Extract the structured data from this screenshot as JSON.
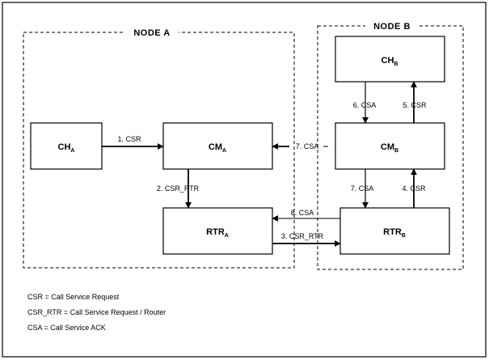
{
  "nodes": {
    "a": "NODE A",
    "b": "NODE B"
  },
  "boxes": {
    "cha": {
      "main": "CH",
      "sub": "A"
    },
    "cma": {
      "main": "CM",
      "sub": "A"
    },
    "rtra": {
      "main": "RTR",
      "sub": "A"
    },
    "chb": {
      "main": "CH",
      "sub": "B"
    },
    "cmb": {
      "main": "CM",
      "sub": "B"
    },
    "rtrb": {
      "main": "RTR",
      "sub": "B"
    }
  },
  "arrows": {
    "a1": "1. CSR",
    "a2": "2. CSR_RTR",
    "a3": "3. CSR_RTR",
    "a4": "4. CSR",
    "a5": "5. CSR",
    "a6": "6. CSA",
    "a7a": "7. CSA",
    "a7b": "7. CSA",
    "a8": "8. CSA"
  },
  "legend": [
    "CSR = Call Service Request",
    "CSR_RTR = Call Service Request / Router",
    "CSA = Call Service ACK"
  ]
}
